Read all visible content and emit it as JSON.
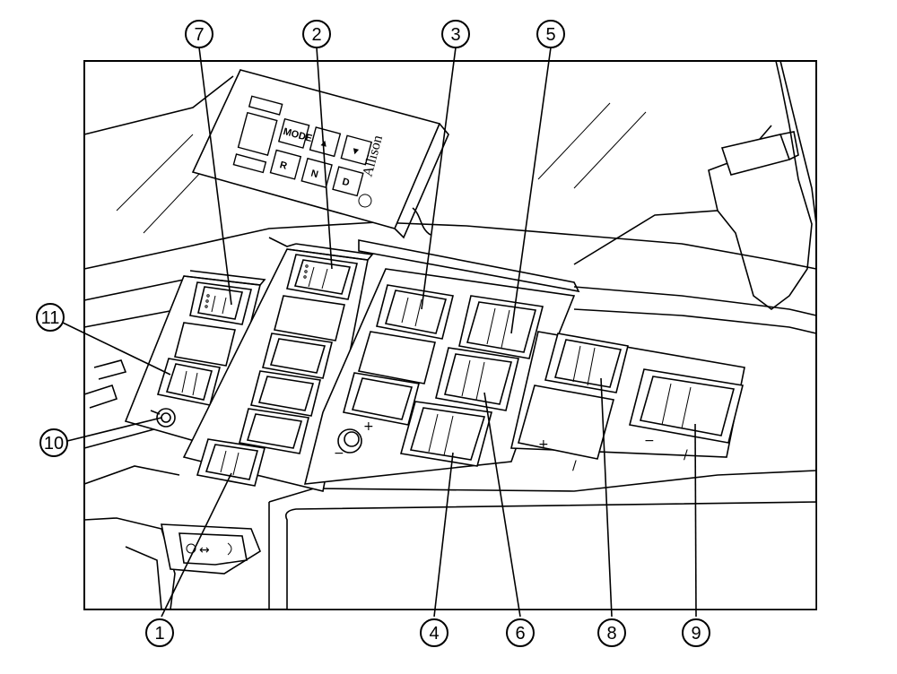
{
  "callouts": [
    {
      "id": "7",
      "label": "7"
    },
    {
      "id": "2",
      "label": "2"
    },
    {
      "id": "3",
      "label": "3"
    },
    {
      "id": "5",
      "label": "5"
    },
    {
      "id": "11",
      "label": "11"
    },
    {
      "id": "10",
      "label": "10"
    },
    {
      "id": "1",
      "label": "1"
    },
    {
      "id": "4",
      "label": "4"
    },
    {
      "id": "6",
      "label": "6"
    },
    {
      "id": "8",
      "label": "8"
    },
    {
      "id": "9",
      "label": "9"
    }
  ],
  "shifter": {
    "brand": "Allison",
    "keys": {
      "mode": "MODE",
      "up": "▲",
      "down": "▼",
      "reverse": "R",
      "neutral": "N",
      "drive": "D"
    }
  },
  "panel_marks": {
    "plus": "+",
    "minus": "−",
    "slash": "/",
    "left_arrow": "◄",
    "right_arrow": "►",
    "double_arrow": "↔"
  }
}
